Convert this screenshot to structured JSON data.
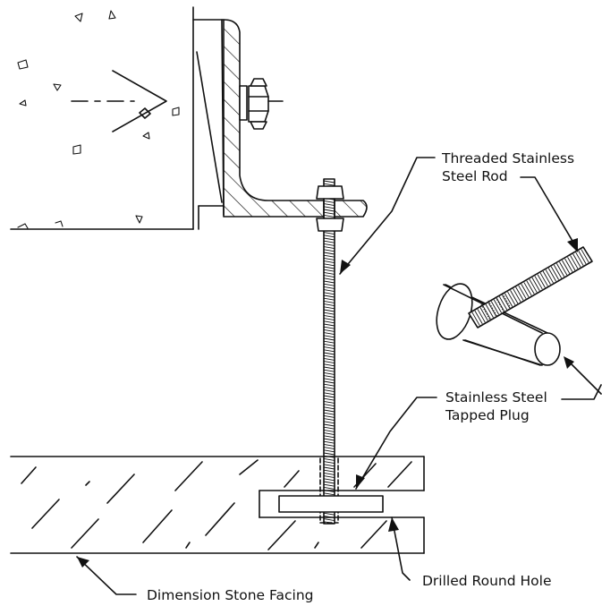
{
  "labels": {
    "rod": [
      "Threaded Stainless",
      "Steel Rod"
    ],
    "plug": [
      "Stainless Steel",
      "Tapped Plug"
    ],
    "hole": "Drilled Round Hole",
    "facing": "Dimension Stone Facing"
  },
  "colors": {
    "ink": "#111111",
    "paper": "#ffffff"
  }
}
